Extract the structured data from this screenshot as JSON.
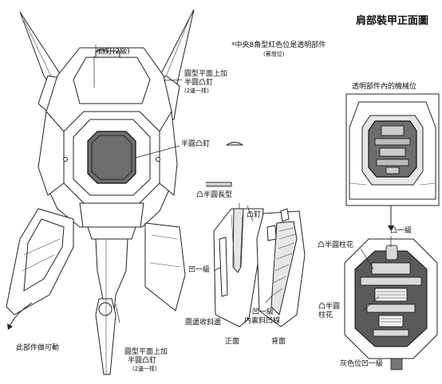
{
  "title": "肩部裝甲正面圖",
  "notes": {
    "center_note": "*中央8角型紅色位是透明部件",
    "center_note_sub": "(著燈位)",
    "peg_level2": "凸釘(2級)",
    "round_flat_peg": "圓型平面上加",
    "round_flat_peg2": "半圓凸釘",
    "same_both_sides": "(2邊一樣)",
    "half_round_peg": "半圓凸釘",
    "half_round_long": "凸半圓長型",
    "peg": "凸釘",
    "recess_level1": "凹一級",
    "edge_bevel": "圍邊收斜邊",
    "recess_inner": "凹一級",
    "recess_inner2": "內裏斜凹線",
    "front": "正面",
    "back": "背面",
    "movable_part": "此部件做可動",
    "bottom_peg": "圓型平面上加",
    "bottom_peg2": "半圓凸釘",
    "bottom_same": "(2邊一樣)",
    "transparent_mech": "透明部件內的機械位",
    "raise_level1": "凸一級",
    "half_round_flower": "凸半圓柱花",
    "half_round_flower_b1": "凸半圓",
    "half_round_flower_b2": "柱花",
    "gray_recess": "灰色位凹一級"
  },
  "colors": {
    "dark_gray": "#6e6e6e",
    "light_gray": "#d9d9d9",
    "legend_gray": "#777777"
  }
}
